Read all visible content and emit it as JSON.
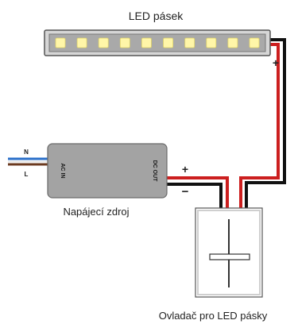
{
  "labels": {
    "led_strip": "LED pásek",
    "power_supply": "Napájecí zdroj",
    "controller": "Ovladač pro LED pásky"
  },
  "power_supply": {
    "input_marking": "AC IN",
    "output_marking": "DC OUT"
  },
  "mains_terminals": {
    "neutral": "N",
    "live": "L"
  },
  "polarity": {
    "strip_plus": "+",
    "supply_plus": "+",
    "supply_minus": "−"
  },
  "led_strip": {
    "led_count": 10
  },
  "colors": {
    "positive_wire": "#cc1f1f",
    "negative_wire": "#111111",
    "neutral_wire": "#2a6fc9",
    "live_wire": "#6b3a1f",
    "psu_body": "#a3a3a3",
    "led": "#fff6a8",
    "strip_frame": "#bfbfbf"
  }
}
